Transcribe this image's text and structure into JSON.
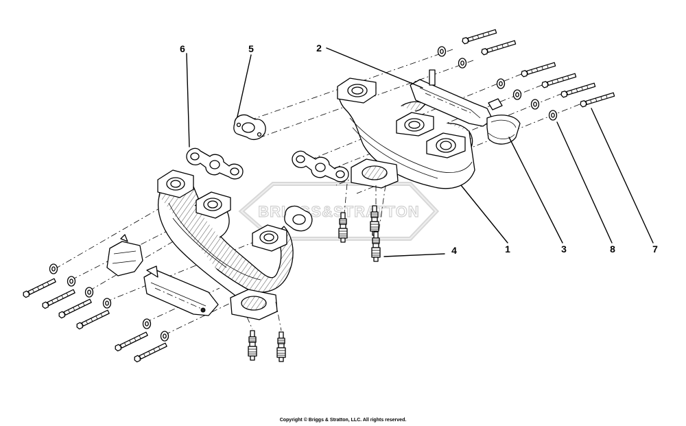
{
  "callouts": [
    {
      "label": "1"
    },
    {
      "label": "2"
    },
    {
      "label": "3"
    },
    {
      "label": "4"
    },
    {
      "label": "5"
    },
    {
      "label": "6"
    },
    {
      "label": "7"
    },
    {
      "label": "8"
    }
  ],
  "watermark": {
    "text": "BRIGGS&STRATTON"
  },
  "footer": {
    "copyright": "Copyright © Briggs & Stratton, LLC. All rights reserved."
  }
}
